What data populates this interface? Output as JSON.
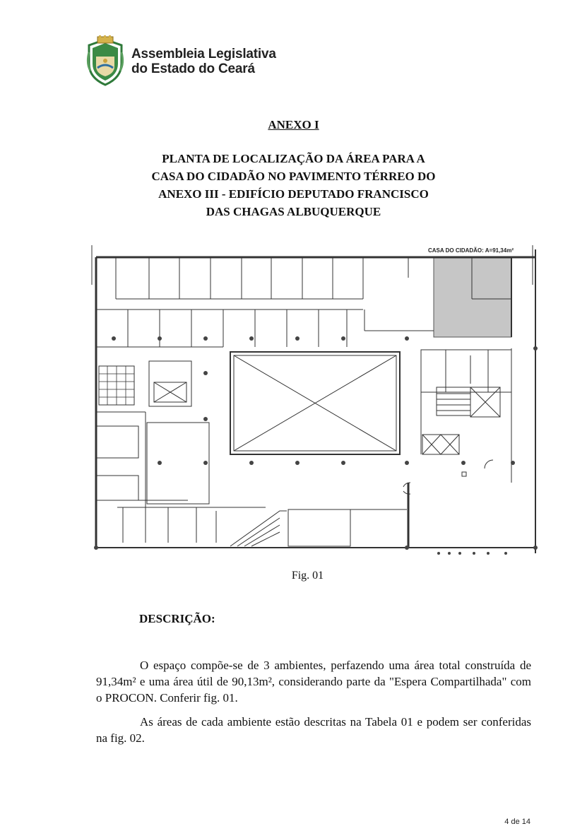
{
  "header": {
    "org_line1": "Assembleia Legislativa",
    "org_line2": "do Estado do Ceará"
  },
  "annex_title": "ANEXO I",
  "subtitle_lines": [
    "PLANTA DE LOCALIZAÇÃO DA ÁREA PARA A",
    "CASA DO CIDADÃO NO PAVIMENTO TÉRREO DO",
    "ANEXO III - EDIFÍCIO DEPUTADO FRANCISCO",
    "DAS CHAGAS ALBUQUERQUE"
  ],
  "plan": {
    "area_label": "CASA DO CIDADÃO: A=91,34m²",
    "highlight_color": "#c6c6c6"
  },
  "figure_caption": "Fig. 01",
  "description_heading": "DESCRIÇÃO:",
  "paragraphs": [
    "O espaço compõe-se de 3 ambientes, perfazendo uma área total construída de 91,34m² e uma área útil de 90,13m², considerando parte da \"Espera Compartilhada\" com o PROCON. Conferir fig. 01.",
    "As áreas de cada ambiente estão descritas na Tabela 01 e podem ser conferidas na fig. 02."
  ],
  "page_number": "4 de 14"
}
